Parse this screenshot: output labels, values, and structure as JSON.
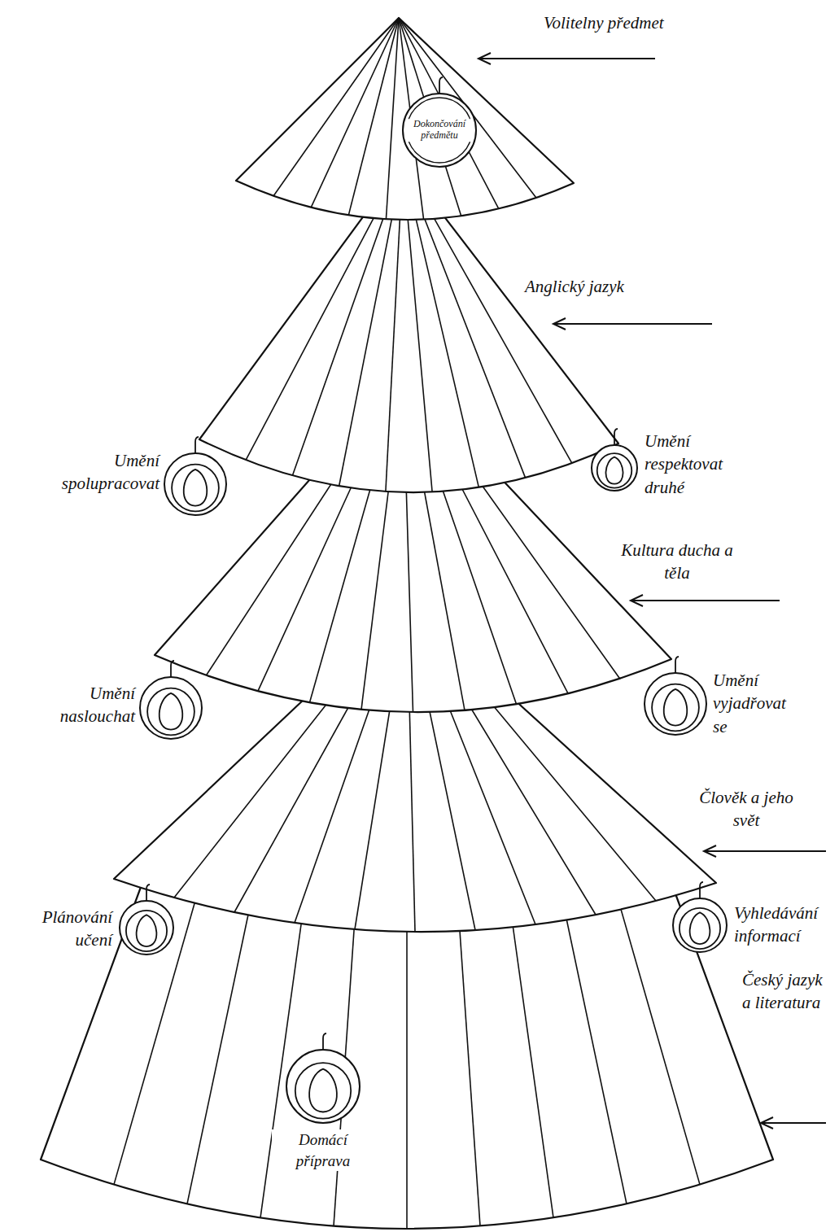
{
  "diagram": {
    "nodes": [
      {
        "text": [
          "Dokončování předmětu"
        ]
      },
      {
        "text": [
          "Umění spolupracovat"
        ]
      },
      {
        "text": [
          "Umění respektovat druhé"
        ]
      },
      {
        "text": [
          "Umění naslouchat"
        ]
      },
      {
        "text": [
          "Umění vyjadřovat se"
        ]
      },
      {
        "text": [
          "Plánování učení"
        ]
      },
      {
        "text": [
          "Vyhledávání informací"
        ]
      },
      {
        "text": [
          "Domácí příprava"
        ]
      }
    ],
    "labels": [
      "Volitelny předmet",
      "Anglický jazyk",
      "Kultura ducha a těla",
      "Člověk a jeho svět",
      "Český jazyk a literatura"
    ]
  }
}
